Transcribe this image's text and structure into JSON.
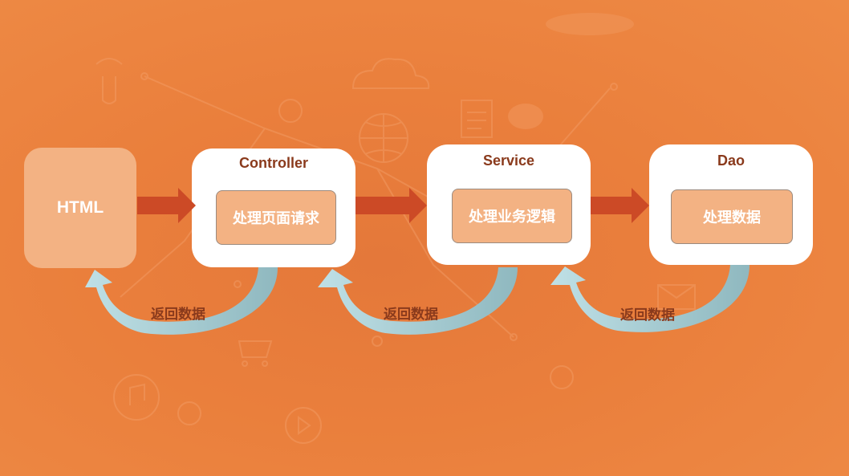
{
  "nodes": {
    "html": {
      "label": "HTML"
    },
    "controller": {
      "title": "Controller",
      "task": "处理页面请求"
    },
    "service": {
      "title": "Service",
      "task": "处理业务逻辑"
    },
    "dao": {
      "title": "Dao",
      "task": "处理数据"
    }
  },
  "return_labels": [
    "返回数据",
    "返回数据",
    "返回数据"
  ],
  "colors": {
    "background": "#e9803d",
    "forward_arrow": "#cc4a26",
    "return_arrow": "#a8cfd6",
    "box_fill": "#ffffff",
    "task_fill": "#f3b283",
    "title_text": "#8a3a1c"
  }
}
